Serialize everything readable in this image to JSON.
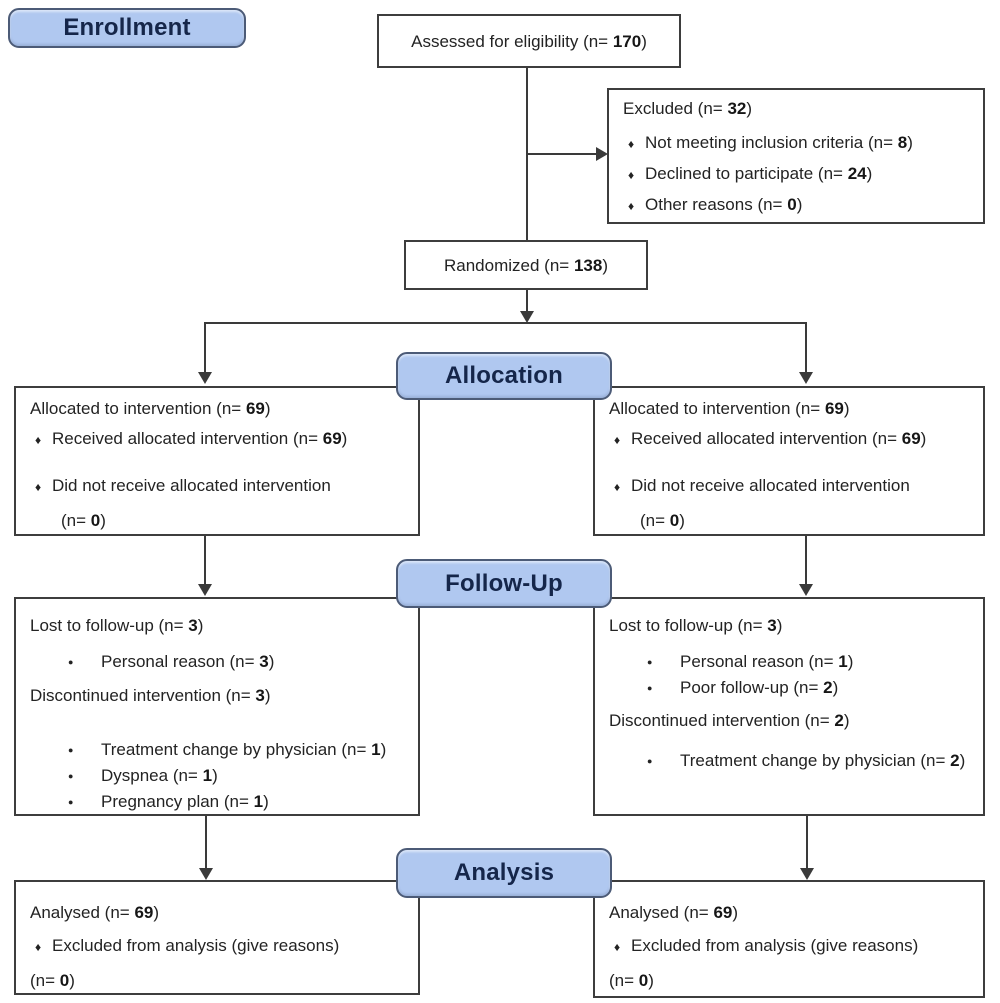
{
  "colors": {
    "badge_fill": "#b0c8f0",
    "badge_border": "#4c5b77",
    "badge_text": "#15264a",
    "box_border": "#3d3d3d",
    "text": "#232323",
    "connector": "#3a3a3a"
  },
  "stages": {
    "enrollment": {
      "label": "Enrollment"
    },
    "allocation": {
      "label": "Allocation"
    },
    "followup": {
      "label": "Follow-Up"
    },
    "analysis": {
      "label": "Analysis"
    }
  },
  "boxes": {
    "assessed": {
      "align": "center",
      "lines": [
        {
          "segments": [
            {
              "t": "Assessed for eligibility (n= "
            },
            {
              "b": "170"
            },
            {
              "t": ")"
            }
          ]
        }
      ]
    },
    "excluded": {
      "lines": [
        {
          "segments": [
            {
              "t": "Excluded (n= "
            },
            {
              "b": "32"
            },
            {
              "t": ")"
            }
          ]
        },
        {
          "bullet": "diamond",
          "gap": 13,
          "segments": [
            {
              "t": "Not meeting inclusion criteria (n= "
            },
            {
              "b": "8"
            },
            {
              "t": ")"
            }
          ]
        },
        {
          "bullet": "diamond",
          "gap": 8,
          "segments": [
            {
              "t": "Declined to participate (n= "
            },
            {
              "b": "24"
            },
            {
              "t": ")"
            }
          ]
        },
        {
          "bullet": "diamond",
          "gap": 8,
          "segments": [
            {
              "t": "Other reasons (n= "
            },
            {
              "b": "0"
            },
            {
              "t": ")"
            }
          ]
        }
      ]
    },
    "randomized": {
      "align": "center",
      "lines": [
        {
          "segments": [
            {
              "t": "Randomized (n= "
            },
            {
              "b": "138"
            },
            {
              "t": ")"
            }
          ]
        }
      ]
    },
    "allocated_left": {
      "lines": [
        {
          "segments": [
            {
              "t": "Allocated to intervention (n= "
            },
            {
              "b": "69"
            },
            {
              "t": ")"
            }
          ]
        },
        {
          "bullet": "diamond",
          "gap": 9,
          "segments": [
            {
              "t": "Received allocated intervention (n= "
            },
            {
              "b": "69"
            },
            {
              "t": ")"
            }
          ]
        },
        {
          "bullet": "diamond",
          "gap": 24,
          "segments": [
            {
              "t": "Did not receive allocated intervention"
            }
          ]
        },
        {
          "gap": 12,
          "indent": 31,
          "segments": [
            {
              "t": "(n= "
            },
            {
              "b": "0"
            },
            {
              "t": ")"
            }
          ]
        }
      ]
    },
    "allocated_right": {
      "lines": [
        {
          "segments": [
            {
              "t": "Allocated to intervention (n= "
            },
            {
              "b": "69"
            },
            {
              "t": ")"
            }
          ]
        },
        {
          "bullet": "diamond",
          "gap": 9,
          "segments": [
            {
              "t": "Received allocated intervention (n= "
            },
            {
              "b": "69"
            },
            {
              "t": ")"
            }
          ]
        },
        {
          "bullet": "diamond",
          "gap": 24,
          "segments": [
            {
              "t": "Did not receive allocated intervention"
            }
          ]
        },
        {
          "gap": 12,
          "indent": 31,
          "segments": [
            {
              "t": "(n= "
            },
            {
              "b": "0"
            },
            {
              "t": ")"
            }
          ]
        }
      ]
    },
    "followup_left": {
      "lines": [
        {
          "segments": [
            {
              "t": "Lost to follow-up (n= "
            },
            {
              "b": "3"
            },
            {
              "t": ")"
            }
          ]
        },
        {
          "bullet": "round",
          "gap": 15,
          "segments": [
            {
              "t": "Personal reason (n= "
            },
            {
              "b": "3"
            },
            {
              "t": ")"
            }
          ]
        },
        {
          "gap": 12,
          "segments": [
            {
              "t": "Discontinued intervention (n= "
            },
            {
              "b": "3"
            },
            {
              "t": ")"
            }
          ]
        },
        {
          "bullet": "round",
          "gap": 33,
          "segments": [
            {
              "t": "Treatment change by physician (n= "
            },
            {
              "b": "1"
            },
            {
              "t": ")"
            }
          ]
        },
        {
          "bullet": "round",
          "gap": 4,
          "segments": [
            {
              "t": "Dyspnea (n= "
            },
            {
              "b": "1"
            },
            {
              "t": ")"
            }
          ]
        },
        {
          "bullet": "round",
          "gap": 4,
          "segments": [
            {
              "t": "Pregnancy plan (n= "
            },
            {
              "b": "1"
            },
            {
              "t": ")"
            }
          ]
        }
      ]
    },
    "followup_right": {
      "lines": [
        {
          "segments": [
            {
              "t": "Lost to follow-up (n= "
            },
            {
              "b": "3"
            },
            {
              "t": ")"
            }
          ]
        },
        {
          "bullet": "round",
          "gap": 15,
          "segments": [
            {
              "t": "Personal reason (n= "
            },
            {
              "b": "1"
            },
            {
              "t": ")"
            }
          ]
        },
        {
          "bullet": "round",
          "gap": 4,
          "segments": [
            {
              "t": "Poor follow-up (n= "
            },
            {
              "b": "2"
            },
            {
              "t": ")"
            }
          ]
        },
        {
          "gap": 11,
          "segments": [
            {
              "t": "Discontinued intervention (n= "
            },
            {
              "b": "2"
            },
            {
              "t": ")"
            }
          ]
        },
        {
          "bullet": "round",
          "gap": 19,
          "segments": [
            {
              "t": "Treatment change by physician (n= "
            },
            {
              "b": "2"
            },
            {
              "t": ")"
            }
          ]
        }
      ]
    },
    "analysis_left": {
      "lines": [
        {
          "segments": [
            {
              "t": "Analysed (n= "
            },
            {
              "b": "69"
            },
            {
              "t": ")"
            }
          ]
        },
        {
          "bullet": "diamond",
          "gap": 12,
          "segments": [
            {
              "t": "Excluded from analysis (give reasons)"
            }
          ]
        },
        {
          "gap": 12,
          "segments": [
            {
              "t": "(n= "
            },
            {
              "b": "0"
            },
            {
              "t": ")"
            }
          ]
        }
      ]
    },
    "analysis_right": {
      "lines": [
        {
          "segments": [
            {
              "t": "Analysed (n= "
            },
            {
              "b": "69"
            },
            {
              "t": ")"
            }
          ]
        },
        {
          "bullet": "diamond",
          "gap": 12,
          "segments": [
            {
              "t": "Excluded from analysis (give reasons)"
            }
          ]
        },
        {
          "gap": 12,
          "segments": [
            {
              "t": "(n= "
            },
            {
              "b": "0"
            },
            {
              "t": ")"
            }
          ]
        }
      ]
    }
  }
}
